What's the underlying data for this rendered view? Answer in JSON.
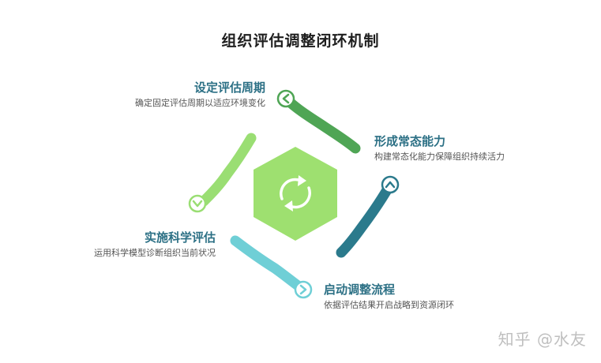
{
  "title": "组织评估调整闭环机制",
  "steps": [
    {
      "title": "设定评估周期",
      "desc": "确定固定评估周期以适应环境变化",
      "color": "#4fa555",
      "icon": "chevron-left-icon"
    },
    {
      "title": "形成常态能力",
      "desc": "构建常态化能力保障组织持续活力",
      "color": "#2b7a8c",
      "icon": "chevron-up-icon"
    },
    {
      "title": "启动调整流程",
      "desc": "依据评估结果开启战略到资源闭环",
      "color": "#6fcfd6",
      "icon": "chevron-right-icon"
    },
    {
      "title": "实施科学评估",
      "desc": "运用科学模型诊断组织当前状况",
      "color": "#9ade73",
      "icon": "chevron-down-icon"
    }
  ],
  "center": {
    "icon": "refresh-cycle-icon",
    "color": "#9ee070"
  },
  "watermark": "知乎 @水友"
}
